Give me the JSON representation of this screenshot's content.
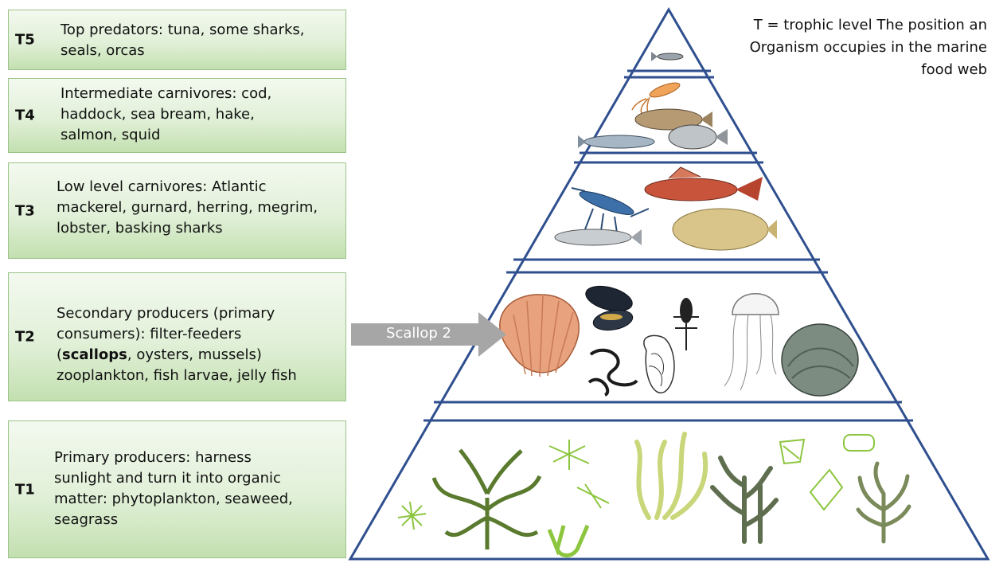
{
  "note": "T = trophic level The position an Organism occupies in the marine food web",
  "levels": [
    {
      "code": "T5",
      "desc_pre": "Top predators: tuna, some sharks,\nseals, orcas",
      "desc_bold": "",
      "desc_post": ""
    },
    {
      "code": "T4",
      "desc_pre": "Intermediate carnivores: cod,\nhaddock, sea bream, hake,\nsalmon, squid",
      "desc_bold": "",
      "desc_post": ""
    },
    {
      "code": "T3",
      "desc_pre": "Low level carnivores: Atlantic\nmackerel, gurnard, herring, megrim,\nlobster, basking sharks",
      "desc_bold": "",
      "desc_post": ""
    },
    {
      "code": "T2",
      "desc_pre": "Secondary producers (primary\nconsumers): filter-feeders\n(",
      "desc_bold": "scallops",
      "desc_post": ", oysters, mussels)\nzooplankton, fish larvae, jelly fish"
    },
    {
      "code": "T1",
      "desc_pre": "Primary producers: harness\nsunlight and turn it into organic\nmatter: phytoplankton, seaweed,\nseagrass",
      "desc_bold": "",
      "desc_post": ""
    }
  ],
  "arrow": {
    "label": "Scallop 2"
  },
  "colors": {
    "pyramid_stroke": "#2f4f8f",
    "box_border": "#9cc489",
    "arrow_fill": "#a6a6a6",
    "seaweed_dark": "#5a7a2e",
    "seaweed_light": "#8cc63f"
  }
}
